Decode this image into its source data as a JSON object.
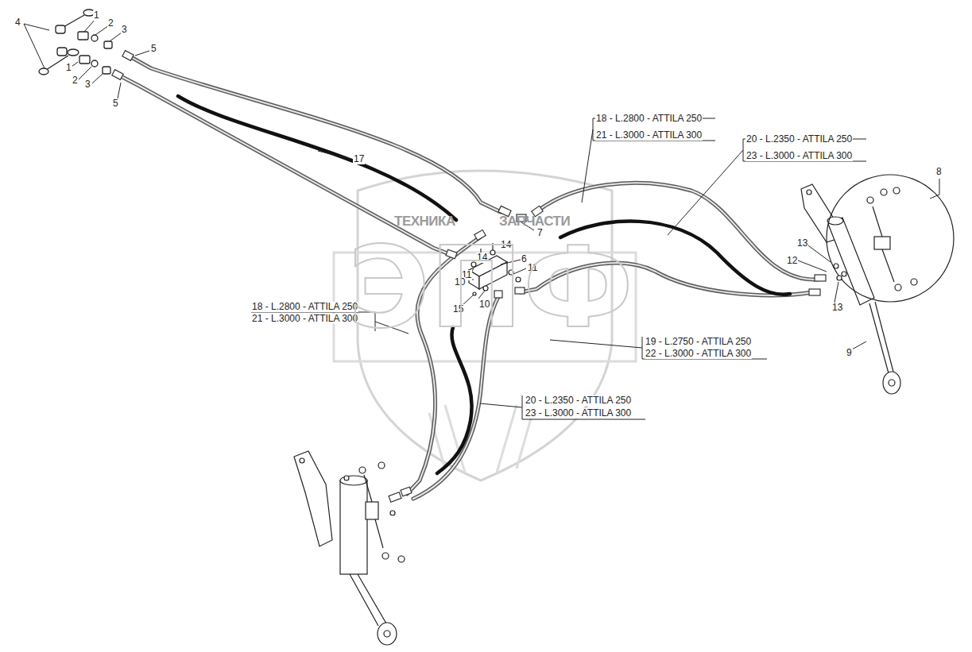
{
  "diagram": {
    "labels": [
      "4",
      "1",
      "2",
      "3",
      "1",
      "2",
      "3",
      "5",
      "5",
      "17",
      "18 - L.2800 - ATTILA 250",
      "21 - L.3000 - ATTILA 300",
      "20 - L.2350 - ATTILA 250",
      "23 - L.3000 - ATTILA 300",
      "8",
      "7",
      "14",
      "14",
      "6",
      "11",
      "11",
      "10",
      "10",
      "15",
      "13",
      "12",
      "13",
      "9",
      "18 - L.2800 - ATTILA 250",
      "21 - L.3000 - ATTILA 300",
      "19 - L.2750 - ATTILA 250",
      "22 - L.3000 - ATTILA 300",
      "20 - L.2350 - ATTILA 250",
      "23 - L.3000 - ATTILA 300",
      "ТЕХНИКА",
      "ЗАПЧАСТИ",
      "ЭПФ"
    ]
  }
}
